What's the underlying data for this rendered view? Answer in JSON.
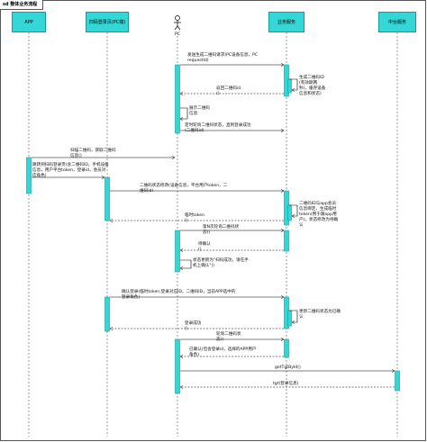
{
  "title": "sd 整体业务流程",
  "participants": [
    {
      "label": "APP",
      "key": "app"
    },
    {
      "label": "扫码登录页(PC端)",
      "key": "pc"
    },
    {
      "label": "PC",
      "key": "pcactor"
    },
    {
      "label": "业务服务",
      "key": "svc"
    },
    {
      "label": "中台服务",
      "key": "mid"
    }
  ],
  "messages": [
    {
      "text": "发送生成二维码请求(PC设备信息，PC\nrequestId)",
      "key": "m1"
    },
    {
      "text": "生成二维码ID\n(有效期两\n秒)，缓存设备\n信息和状态)",
      "key": "m2"
    },
    {
      "text": "返回二维码id\n()",
      "key": "m3"
    },
    {
      "text": "展示二维码\n信息",
      "key": "m4"
    },
    {
      "text": "定时轮询二维码状态，直到登录成功\n(二维码id)",
      "key": "m5"
    },
    {
      "text": "扫描二维码，获取二维码\n信息()",
      "key": "m6"
    },
    {
      "text": "跳转到扫码登录页(含二维码ID，手机设备\n信息，用户平台token，登录id，会员对\n应角色)",
      "key": "m7"
    },
    {
      "text": "二维码状态修改(设备信息，平台用户token，二\n维码id)",
      "key": "m8"
    },
    {
      "text": "二维码ID与app会员\n信息绑定，生成临时\ntoken(用于跟app用\n户)，状态修改为待确\n认",
      "key": "m9"
    },
    {
      "text": "临时token\n()",
      "key": "m10"
    },
    {
      "text": "第N次轮询二维码状\n态()",
      "key": "m11"
    },
    {
      "text": "待确认\n()",
      "key": "m12"
    },
    {
      "text": "状态更新为\"扫码成功，请在手\n机上确认\"()",
      "key": "m13"
    },
    {
      "text": "确认登录(临时token,登录对应ID，二维码ID，当前APP选中的\n登录角色)",
      "key": "m14"
    },
    {
      "text": "更新二维码状态为已确\n认",
      "key": "m15"
    },
    {
      "text": "登录成功\n()",
      "key": "m16"
    },
    {
      "text": "轮询二维码状\n态()",
      "key": "m17"
    },
    {
      "text": "已确认(包含登录id，选择的APP用户\n角色)",
      "key": "m18"
    },
    {
      "text": "getTgtById()",
      "key": "m19"
    },
    {
      "text": "tgt(登录信息)",
      "key": "m20"
    }
  ],
  "colors": {
    "lifeline": "#35d6d6",
    "lifeline_border": "#1a9999",
    "arrow": "#000000",
    "dash": "#555555"
  }
}
